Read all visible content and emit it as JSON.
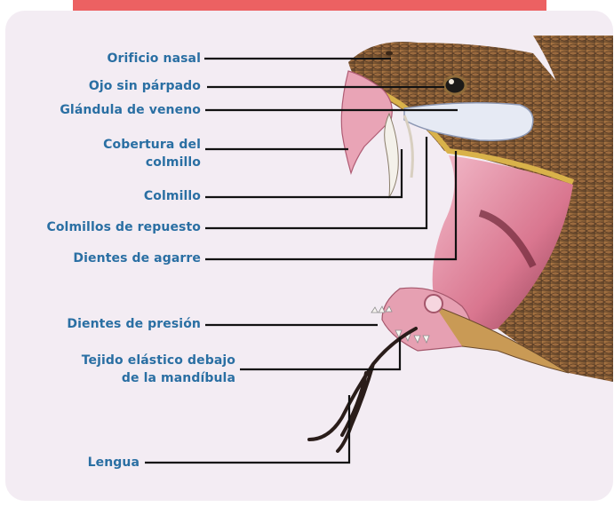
{
  "labels": {
    "nostril": "Orificio nasal",
    "eye": "Ojo sin párpado",
    "venom_gland": "Glándula de veneno",
    "fang_cover_line1": "Cobertura del",
    "fang_cover_line2": "colmillo",
    "fang": "Colmillo",
    "spare_fangs": "Colmillos de repuesto",
    "grip_teeth": "Dientes de agarre",
    "pressure_teeth": "Dientes de presión",
    "elastic_tissue_line1": "Tejido elástico debajo",
    "elastic_tissue_line2": "de la mandíbula",
    "tongue": "Lengua"
  },
  "colors": {
    "accent_bar": "#ec6162",
    "card_bg": "#f3ecf3",
    "label_text": "#2a6fa3",
    "leader_line": "#111111"
  }
}
